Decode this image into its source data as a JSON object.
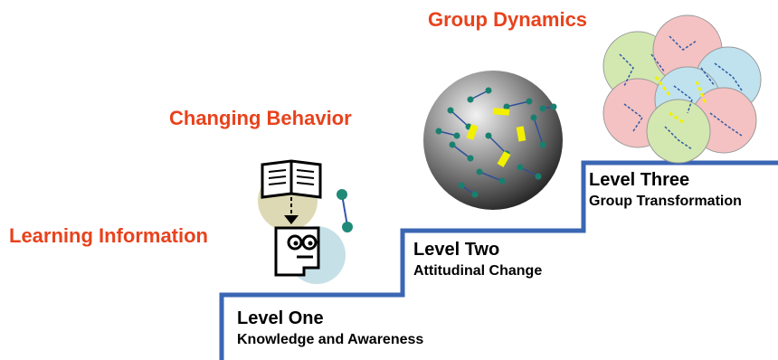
{
  "colors": {
    "heading": "#e8421c",
    "stair_line": "#3b66b3",
    "text": "#000000"
  },
  "headings": {
    "learning": "Learning Information",
    "changing": "Changing Behavior",
    "group": "Group Dynamics"
  },
  "levels": [
    {
      "title": "Level One",
      "subtitle": "Knowledge and Awareness"
    },
    {
      "title": "Level Two",
      "subtitle": "Attitudinal Change"
    },
    {
      "title": "Level Three",
      "subtitle": "Group Transformation"
    }
  ],
  "illustrations": {
    "level_one": "book-and-thinking-head-icon",
    "level_two": "molecule-sphere-icon",
    "level_three": "overlapping-group-circles-icon"
  }
}
